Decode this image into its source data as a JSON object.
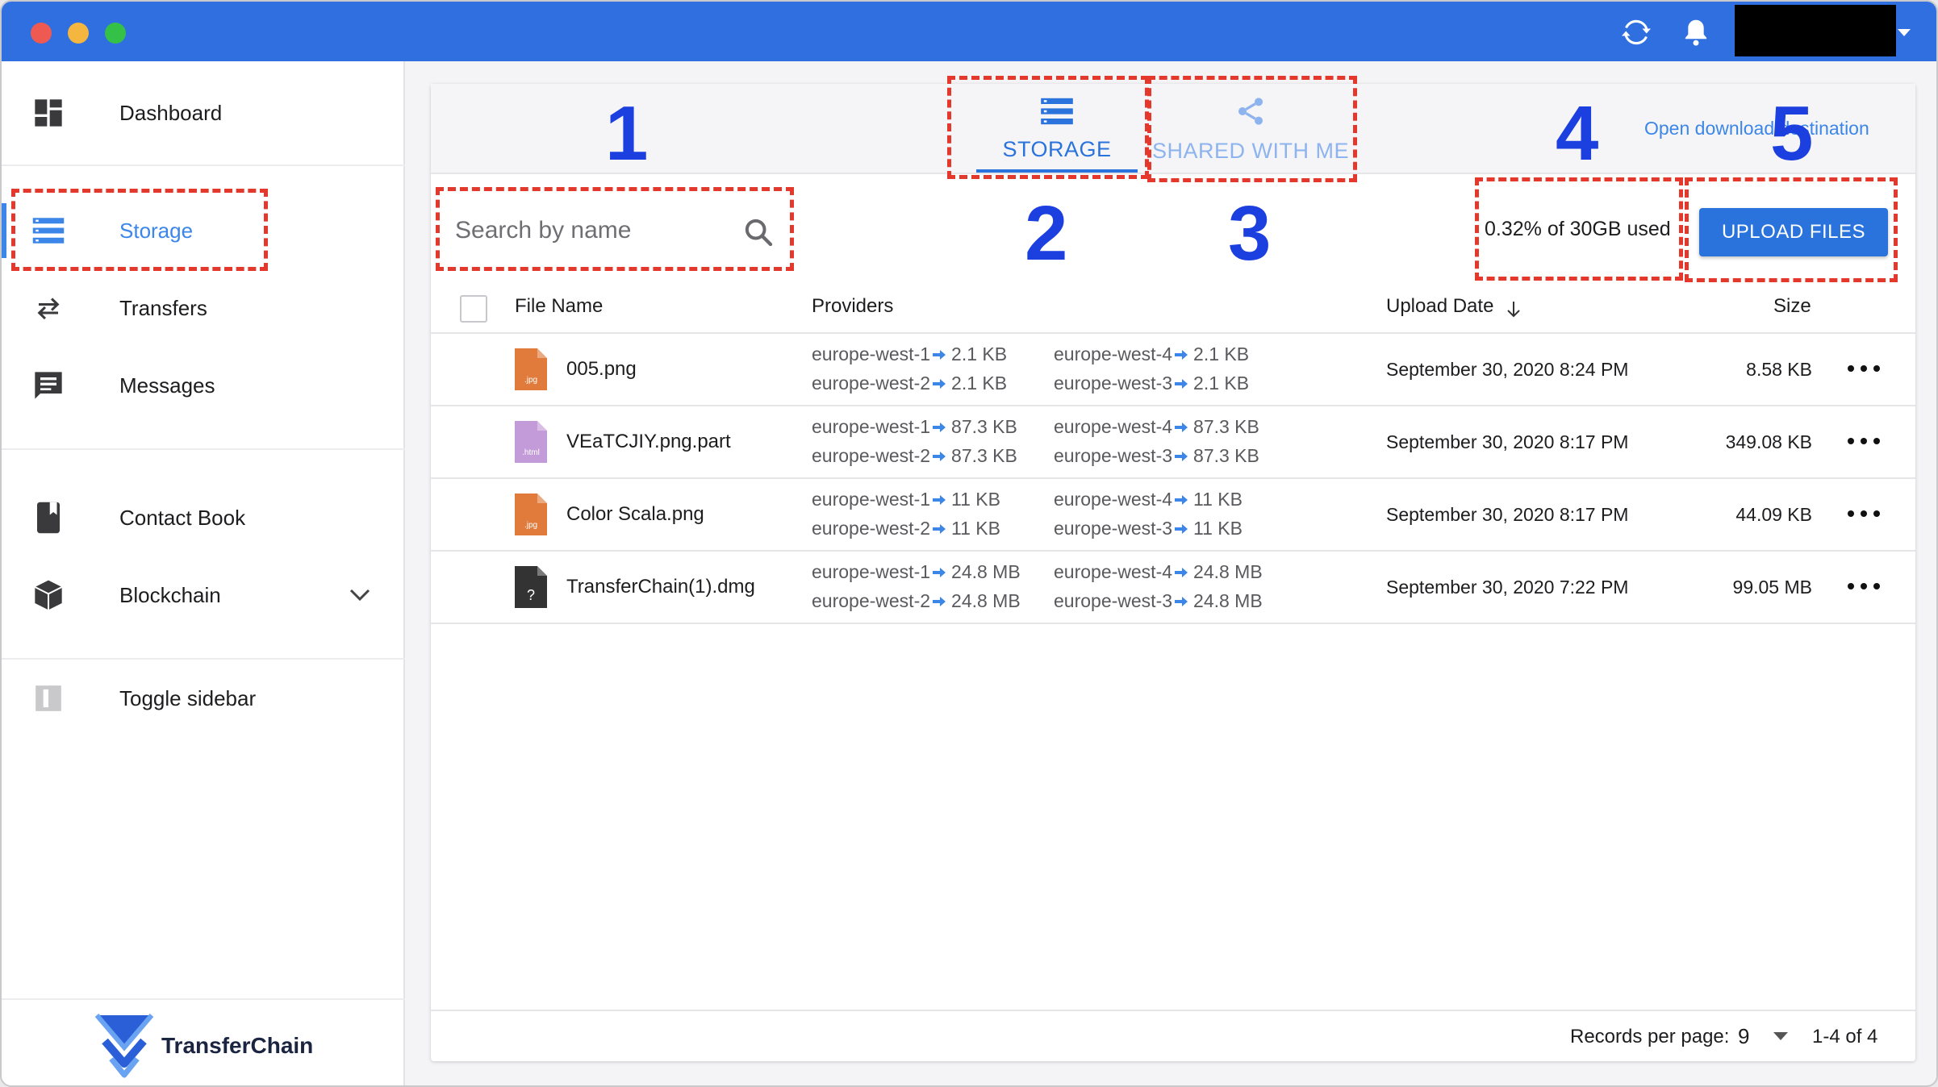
{
  "titlebar": {
    "icons": [
      "refresh-icon",
      "bell-icon",
      "user-menu"
    ]
  },
  "sidebar": {
    "items": [
      {
        "label": "Dashboard",
        "icon": "dashboard-icon"
      },
      {
        "label": "Storage",
        "icon": "storage-icon",
        "active": true
      },
      {
        "label": "Transfers",
        "icon": "transfers-icon"
      },
      {
        "label": "Messages",
        "icon": "messages-icon"
      },
      {
        "label": "Contact Book",
        "icon": "contact-book-icon"
      },
      {
        "label": "Blockchain",
        "icon": "blockchain-icon",
        "expandable": true
      },
      {
        "label": "Toggle sidebar",
        "icon": "toggle-sidebar-icon"
      }
    ],
    "brand": "TransferChain"
  },
  "tabs": [
    {
      "label": "STORAGE",
      "icon": "storage-icon",
      "active": true
    },
    {
      "label": "SHARED WITH ME",
      "icon": "share-icon",
      "active": false
    }
  ],
  "header": {
    "open_destination": "Open download destination"
  },
  "search": {
    "placeholder": "Search by name"
  },
  "usage": "0.32% of 30GB used",
  "upload_label": "UPLOAD FILES",
  "table": {
    "columns": [
      "File Name",
      "Providers",
      "Upload Date",
      "Size"
    ],
    "sort_column": "Upload Date",
    "rows": [
      {
        "name": "005.png",
        "type": ".jpg",
        "icon_color": "#e07b3c",
        "providers": [
          "europe-west-1",
          "europe-west-2",
          "europe-west-4",
          "europe-west-3"
        ],
        "provider_sizes": [
          "2.1 KB",
          "2.1 KB",
          "2.1 KB",
          "2.1 KB"
        ],
        "date": "September 30, 2020 8:24 PM",
        "size": "8.58 KB"
      },
      {
        "name": "VEaTCJIY.png.part",
        "type": ".html",
        "icon_color": "#c39bd8",
        "providers": [
          "europe-west-1",
          "europe-west-2",
          "europe-west-4",
          "europe-west-3"
        ],
        "provider_sizes": [
          "87.3 KB",
          "87.3 KB",
          "87.3 KB",
          "87.3 KB"
        ],
        "date": "September 30, 2020 8:17 PM",
        "size": "349.08 KB"
      },
      {
        "name": "Color Scala.png",
        "type": ".jpg",
        "icon_color": "#e07b3c",
        "providers": [
          "europe-west-1",
          "europe-west-2",
          "europe-west-4",
          "europe-west-3"
        ],
        "provider_sizes": [
          "11 KB",
          "11 KB",
          "11 KB",
          "11 KB"
        ],
        "date": "September 30, 2020 8:17 PM",
        "size": "44.09 KB"
      },
      {
        "name": "TransferChain(1).dmg",
        "type": "?",
        "icon_color": "#333333",
        "providers": [
          "europe-west-1",
          "europe-west-2",
          "europe-west-4",
          "europe-west-3"
        ],
        "provider_sizes": [
          "24.8 MB",
          "24.8 MB",
          "24.8 MB",
          "24.8 MB"
        ],
        "date": "September 30, 2020 7:22 PM",
        "size": "99.05 MB"
      }
    ]
  },
  "footer": {
    "records_label": "Records per page:",
    "records_value": "9",
    "range": "1-4 of 4"
  },
  "annotations": [
    "1",
    "2",
    "3",
    "4",
    "5"
  ],
  "colors": {
    "accent": "#2a73dc",
    "titlebar": "#2f6fe0",
    "annotation_box": "#e4382c",
    "annotation_number": "#1c3fe0"
  }
}
